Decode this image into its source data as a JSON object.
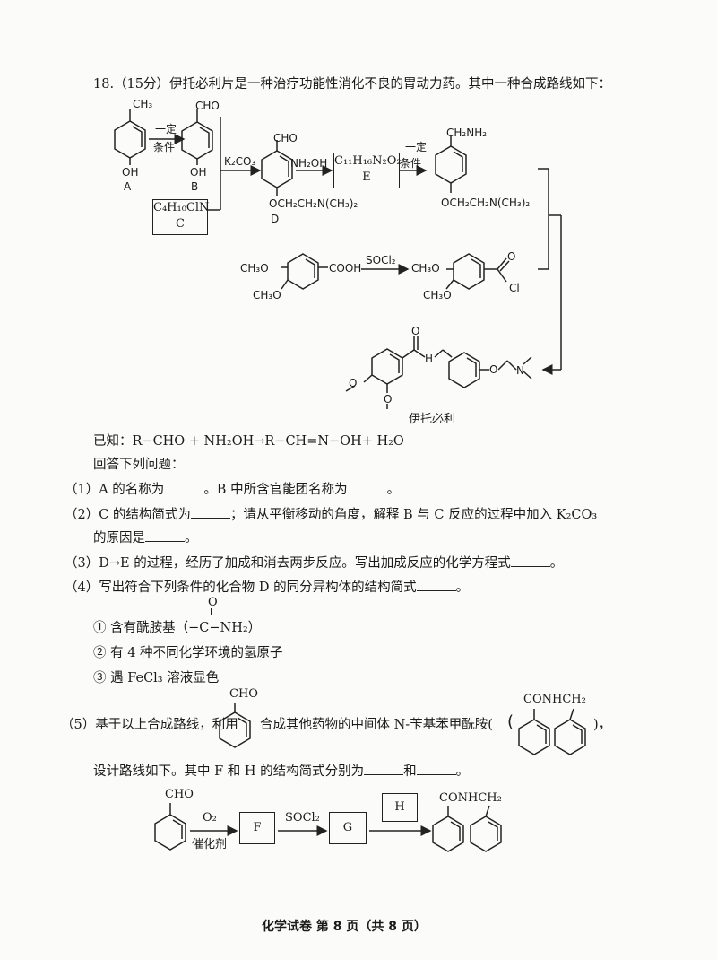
{
  "question": {
    "header": "18.（15分）伊托必利片是一种治疗功能性消化不良的胃动力药。其中一种合成路线如下："
  },
  "scheme": {
    "A_sub": "CH₃",
    "A_oh": "OH",
    "A_label": "A",
    "B_sub": "CHO",
    "B_oh": "OH",
    "B_label": "B",
    "cond1_top": "一定",
    "cond1_bottom": "条件",
    "C_formula": "C₄H₁₀ClN",
    "C_label": "C",
    "K2CO3": "K₂CO₃",
    "D_sub": "CHO",
    "D_o": "OCH₂CH₂N(CH₃)₂",
    "D_label": "D",
    "NH2OH": "NH₂OH",
    "E_formula": "C₁₁H₁₆N₂O₂",
    "E_label": "E",
    "cond2_top": "一定",
    "cond2_bottom": "条件",
    "P_sub": "CH₂NH₂",
    "P_o": "OCH₂CH₂N(CH₃)₂",
    "acid_left1": "CH₃O",
    "acid_left2": "CH₃O",
    "acid_right": "COOH",
    "SOCl2": "SOCl₂",
    "chl_left1": "CH₃O",
    "chl_left2": "CH₃O",
    "chl_o": "O",
    "chl_cl": "Cl",
    "prod_o": "O",
    "prod_nh": "H",
    "prod_n": "N",
    "prod_o1": "O",
    "prod_o2": "O",
    "prod_o3": "O",
    "product_name": "伊托必利"
  },
  "text": {
    "known": "已知：R−CHO + NH₂OH→R−CH=N−OH+ H₂O",
    "answer": "回答下列问题：",
    "q1a": "（1）A 的名称为",
    "q1b": "。B 中所含官能团名称为",
    "q1c": "。",
    "q2a": "（2）C 的结构简式为",
    "q2b": "；请从平衡移动的角度，解释 B 与 C 反应的过程中加入 K₂CO₃",
    "q2c": "的原因是",
    "q2d": "。",
    "q3a": "（3）D→E 的过程，经历了加成和消去两步反应。写出加成反应的化学方程式",
    "q3b": "。",
    "q4a": "（4）写出符合下列条件的化合物 D 的同分异构体的结构简式",
    "q4b": "。",
    "amide_o": "O",
    "cond_1": "①  含有酰胺基（−C−NH₂）",
    "cond_2": "②  有 4 种不同化学环境的氢原子",
    "cond_3": "③  遇 FeCl₃ 溶液显色",
    "q5_start": "（5）基于以上合成路线，利用",
    "q5_cho": "CHO",
    "q5_mid": "合成其他药物的中间体 N-苄基苯甲酰胺(",
    "q5_conh": "CONHCH₂",
    "q5_end": ")，",
    "q5_line2a": "设计路线如下。其中 F 和 H 的结构简式分别为",
    "q5_line2b": "和",
    "q5_line2c": "。"
  },
  "route": {
    "cho": "CHO",
    "o2": "O₂",
    "cat": "催化剂",
    "F": "F",
    "SOCl2": "SOCl₂",
    "G": "G",
    "H": "H",
    "conh": "CONHCH₂"
  },
  "footer": "化学试卷  第 8 页（共 8 页）"
}
